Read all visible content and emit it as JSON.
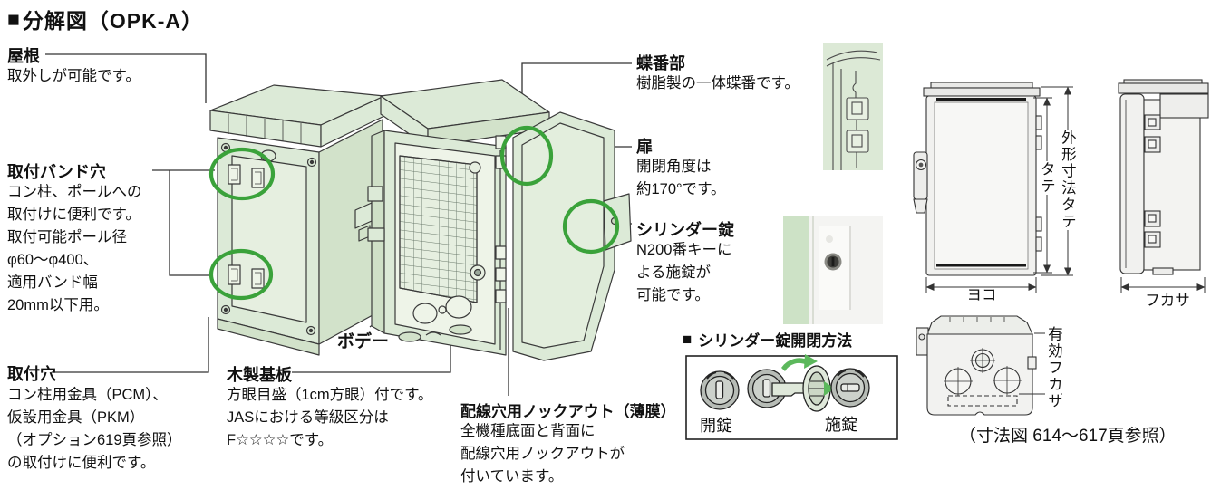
{
  "title": {
    "marker": "■",
    "text": "分解図（OPK-A）"
  },
  "parts": {
    "roof": {
      "name": "屋根",
      "desc": "取外しが可能です。"
    },
    "band_holes": {
      "name": "取付バンド穴",
      "desc": "コン柱、ポールへの\n取付けに便利です。\n取付可能ポール径\nφ60～φ400、\n適用バンド幅\n20mm以下用。"
    },
    "mount_holes": {
      "name": "取付穴",
      "desc": "コン柱用金具（PCM）、\n仮設用金具（PKM）\n（オプション619頁参照）\nの取付けに便利です。"
    },
    "body": {
      "name": "ボデー"
    },
    "wood_board": {
      "name": "木製基板",
      "desc": "方眼目盛（1cm方眼）付です。\nJASにおける等級区分は\nF☆☆☆☆です。"
    },
    "hinge": {
      "name": "蝶番部",
      "desc": "樹脂製の一体蝶番です。"
    },
    "door": {
      "name": "扉",
      "desc": "開閉角度は\n約170°です。"
    },
    "cylinder_lock": {
      "name": "シリンダー錠",
      "desc": "N200番キーに\nよる施錠が\n可能です。"
    },
    "knockout": {
      "name": "配線穴用ノックアウト（薄膜）",
      "desc": "全機種底面と背面に\n配線穴用ノックアウトが\n付いています。"
    }
  },
  "lock_method": {
    "marker": "■",
    "title": "シリンダー錠開閉方法",
    "unlock": "開錠",
    "lock": "施錠"
  },
  "dims": {
    "yoko": "ヨコ",
    "tate": "タテ",
    "outer_tate": "外形寸法タテ",
    "fukasa": "フカサ",
    "effective_fukasa": "有効フカサ",
    "caption": "（寸法図 614～617頁参照）"
  },
  "colors": {
    "enclosure_fill": "#dcead7",
    "highlight_green": "#3aa23a",
    "line": "#3a3a3a",
    "dim_fill": "#f1f1ef",
    "photo_bg": "#cde2c6"
  }
}
